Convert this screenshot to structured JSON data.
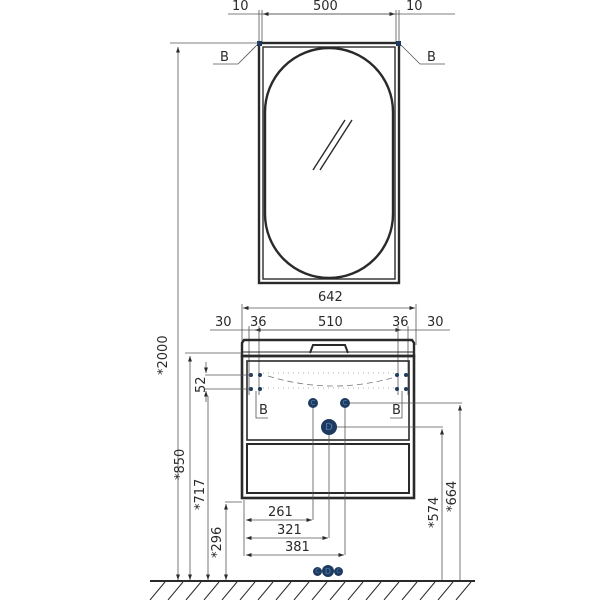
{
  "drawing": {
    "colors": {
      "line": "#2a2a2a",
      "thin_line": "#555555",
      "marker_fill": "#1e3a5f",
      "marker_text": "#4d7fb5",
      "background": "#ffffff"
    },
    "mirror": {
      "width_dims": {
        "left_gap": "10",
        "mirror_width": "500",
        "right_gap": "10"
      },
      "section_tags": {
        "left": "B",
        "right": "B"
      }
    },
    "vanity": {
      "top_dims": {
        "overall_width": "642",
        "left_overhang": "30",
        "left_inset": "36",
        "inner_width": "510",
        "right_inset": "36",
        "right_overhang": "30"
      },
      "vertical_dims": {
        "total_height": "*2000",
        "vanity_top_height": "*850",
        "mounting_spacing": "52",
        "mounting_height": "*717",
        "cabinet_bottom_height": "*296",
        "drain_height": "*574",
        "water_inlet_height": "*664"
      },
      "horizontal_dims": {
        "cold_inlet_offset": "261",
        "drain_offset": "321",
        "hot_inlet_offset": "381"
      },
      "section_tags": {
        "left": "B",
        "right": "B"
      },
      "markers": {
        "inlet_left": "C",
        "inlet_right": "C",
        "drain": "D"
      },
      "floor_legend": {
        "left": "C",
        "center": "D",
        "right": "C"
      }
    }
  }
}
